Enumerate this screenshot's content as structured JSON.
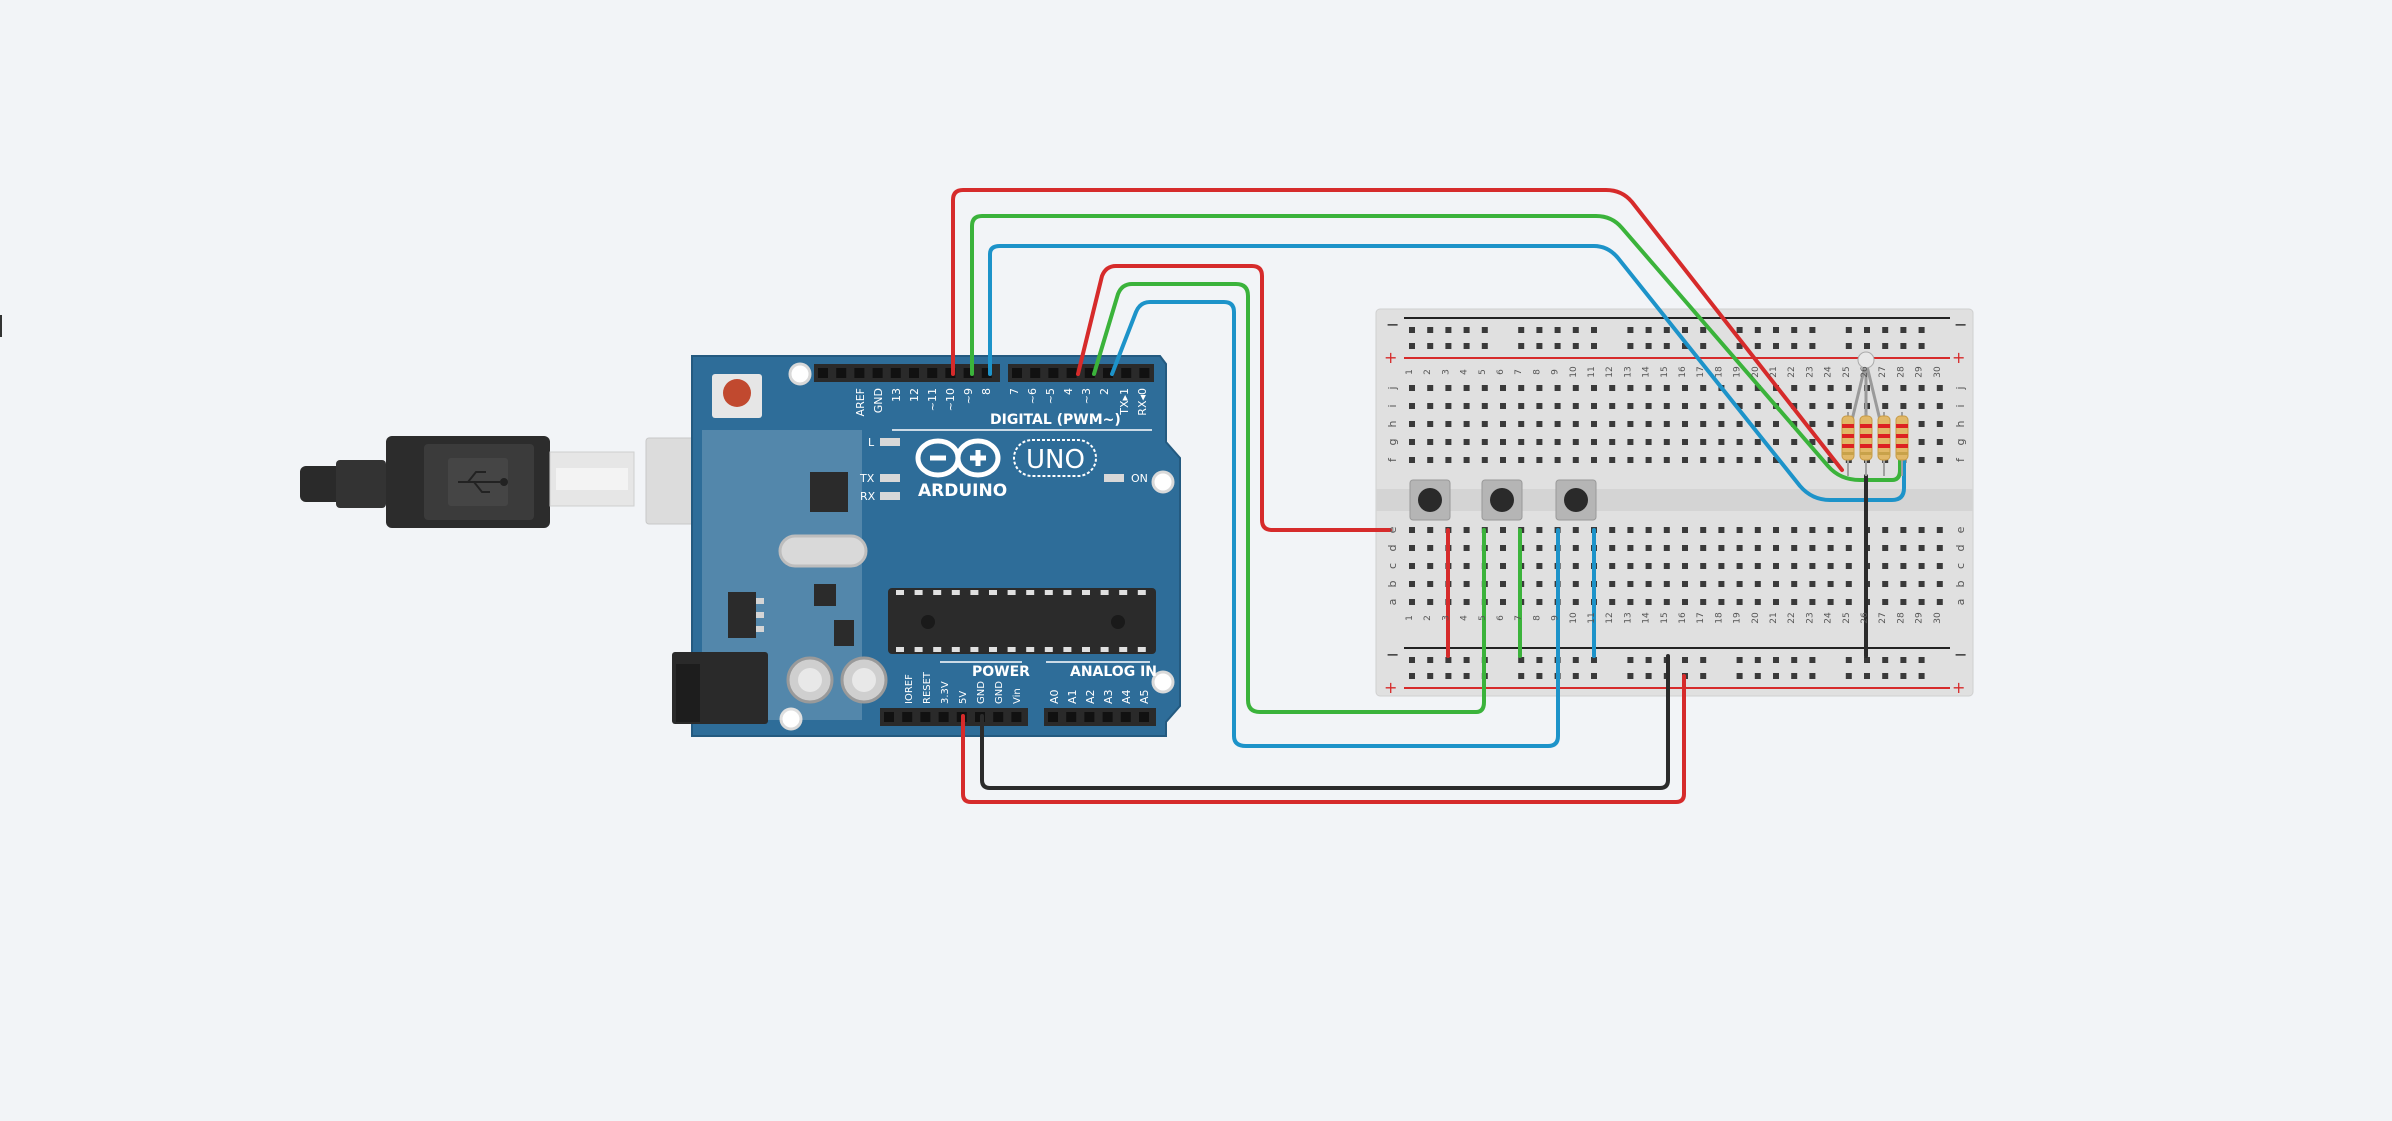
{
  "canvas": {
    "background": "#f2f4f7"
  },
  "arduino": {
    "brand": "ARDUINO",
    "model": "UNO",
    "board_color": "#2e6d99",
    "digital_header_label": "DIGITAL (PWM~)",
    "digital_pins": [
      "AREF",
      "GND",
      "13",
      "12",
      "~11",
      "~10",
      "~9",
      "8",
      "7",
      "~6",
      "~5",
      "4",
      "~3",
      "2",
      "TX▸1",
      "RX◂0"
    ],
    "power_header_label": "POWER",
    "power_pins": [
      "IOREF",
      "RESET",
      "3.3V",
      "5V",
      "GND",
      "GND",
      "Vin"
    ],
    "analog_header_label": "ANALOG IN",
    "analog_pins": [
      "A0",
      "A1",
      "A2",
      "A3",
      "A4",
      "A5"
    ],
    "led_labels": {
      "l": "L",
      "tx": "TX",
      "rx": "RX",
      "on": "ON"
    }
  },
  "breadboard": {
    "columns": 30,
    "rows_top": [
      "j",
      "i",
      "h",
      "g",
      "f"
    ],
    "rows_bottom": [
      "e",
      "d",
      "c",
      "b",
      "a"
    ],
    "rail_minus": "−",
    "rail_plus": "+"
  },
  "wire_colors": {
    "red": "#d62b2b",
    "green": "#3bb33b",
    "blue": "#1d93c9",
    "black": "#2b2b2b"
  },
  "components": {
    "pushbuttons": 3,
    "resistors": 4,
    "rgb_led": 1
  }
}
